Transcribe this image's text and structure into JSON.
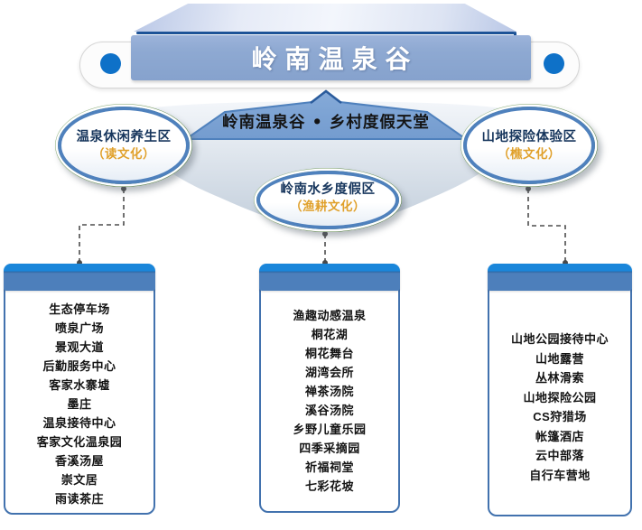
{
  "banner": {
    "title": "岭南温泉谷"
  },
  "tagline": {
    "text": "岭南温泉谷 • 乡村度假天堂"
  },
  "zones": [
    {
      "id": "hot-spring-leisure",
      "name": "温泉休闲养生区",
      "culture": "（读文化）"
    },
    {
      "id": "water-town-resort",
      "name": "岭南水乡度假区",
      "culture": "（渔耕文化）"
    },
    {
      "id": "mountain-adventure",
      "name": "山地探险体验区",
      "culture": "（樵文化）"
    }
  ],
  "boxes": [
    {
      "zone": "hot-spring-leisure",
      "items": [
        "生态停车场",
        "喷泉广场",
        "景观大道",
        "后勤服务中心",
        "客家水寨墟",
        "墨庄",
        "温泉接待中心",
        "客家文化温泉园",
        "香溪汤屋",
        "崇文居",
        "雨读茶庄"
      ]
    },
    {
      "zone": "water-town-resort",
      "items": [
        "渔趣动感温泉",
        "桐花湖",
        "桐花舞台",
        "湖湾会所",
        "禅茶汤院",
        "溪谷汤院",
        "乡野儿童乐园",
        "四季采摘园",
        "祈福祠堂",
        "七彩花坡"
      ]
    },
    {
      "zone": "mountain-adventure",
      "items": [
        "山地公园接待中心",
        "山地露营",
        "丛林滑索",
        "山地探险公园",
        "CS狩猎场",
        "帐篷酒店",
        "云中部落",
        "自行车营地"
      ]
    }
  ],
  "colors": {
    "banner_blue": "#8ea9d2",
    "chevron_blue": "#7ba3d4",
    "steel_blue": "#4f81bd",
    "header_bright_blue": "#1a86da",
    "header_band_blue": "#4d7fbb",
    "dot_blue": "#0e71c8",
    "ring_green": "#3c6a2c",
    "navy_text": "#17365d",
    "accent_orange": "#e0a02a"
  }
}
